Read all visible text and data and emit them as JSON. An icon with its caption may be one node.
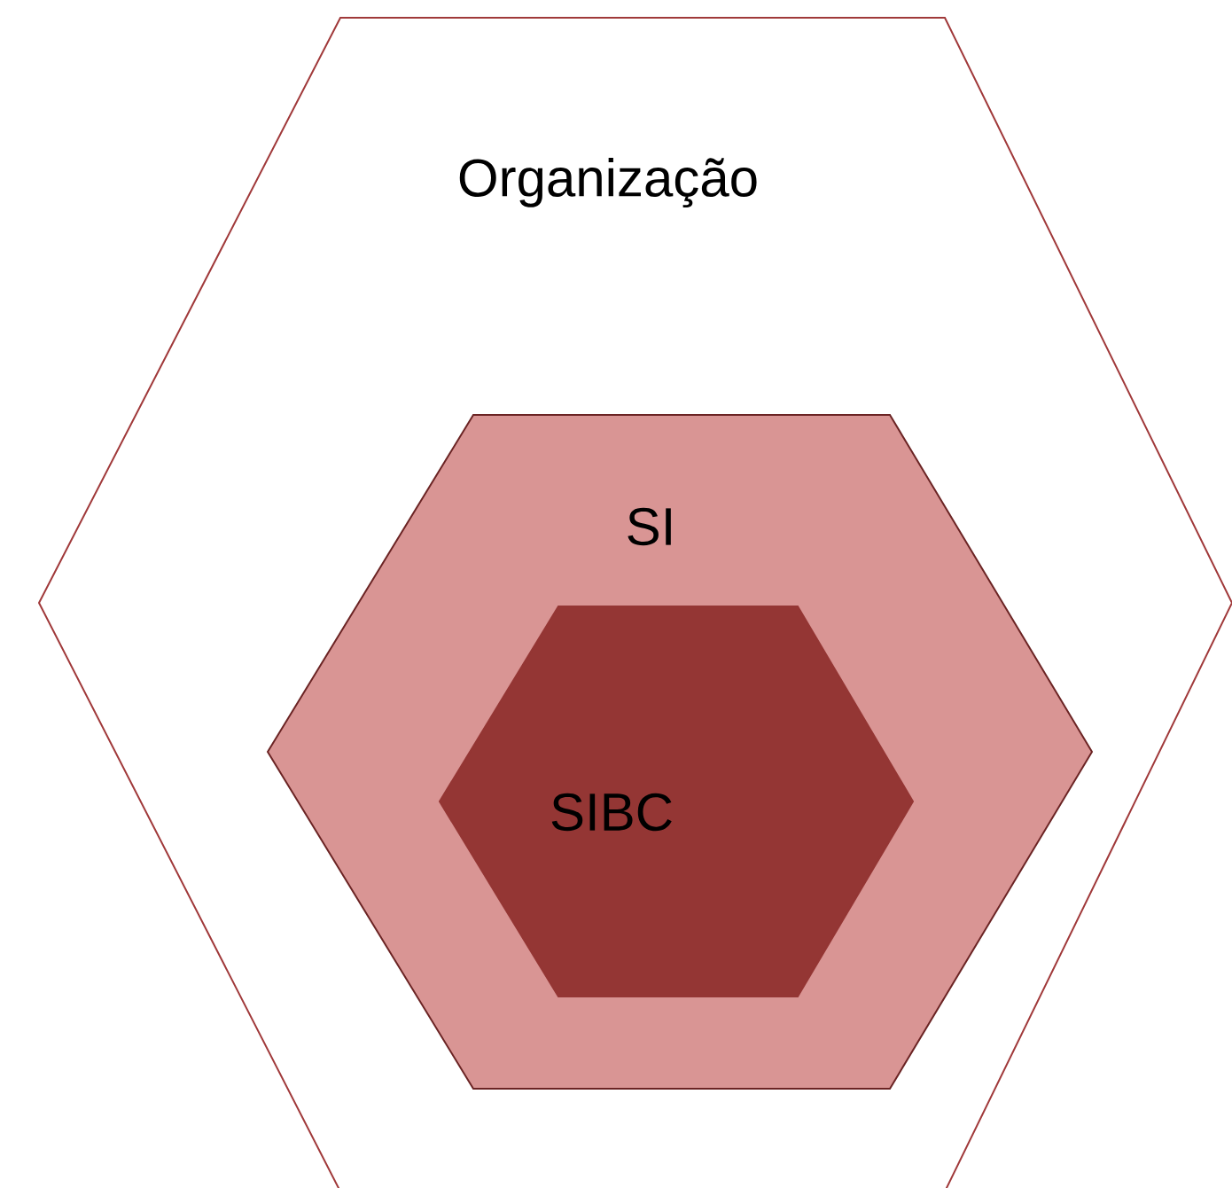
{
  "diagram": {
    "nodes": [
      {
        "text": [
          "Organização"
        ]
      },
      {
        "text": [
          "SI"
        ],
        "in": 0
      },
      {
        "text": [
          "SIBC"
        ],
        "in": 1
      }
    ]
  }
}
